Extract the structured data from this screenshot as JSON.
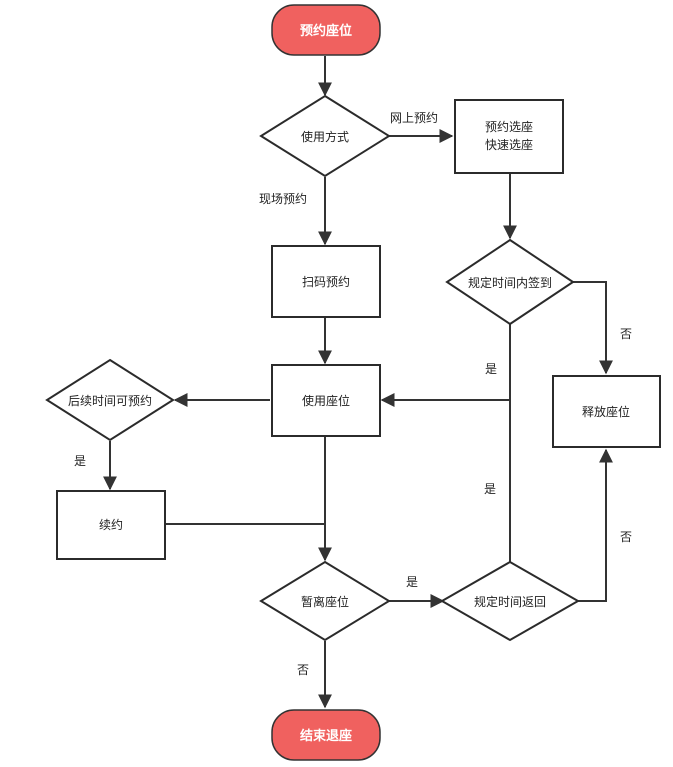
{
  "colors": {
    "terminal_fill": "#f0615f",
    "line": "#333333"
  },
  "nodes": {
    "start": "预约座位",
    "use_mode": "使用方式",
    "online_select_1": "预约选座",
    "online_select_2": "快速选座",
    "scan": "扫码预约",
    "checkin": "规定时间内签到",
    "use_seat": "使用座位",
    "renew_check": "后续时间可预约",
    "release": "释放座位",
    "renew": "续约",
    "leave": "暂离座位",
    "return_check": "规定时间返回",
    "end": "结束退座"
  },
  "edges": {
    "online": "网上预约",
    "onsite": "现场预约",
    "checkin_no": "否",
    "checkin_yes": "是",
    "renew_yes": "是",
    "return_yes": "是",
    "leave_yes": "是",
    "return_no": "否",
    "leave_no": "否"
  }
}
